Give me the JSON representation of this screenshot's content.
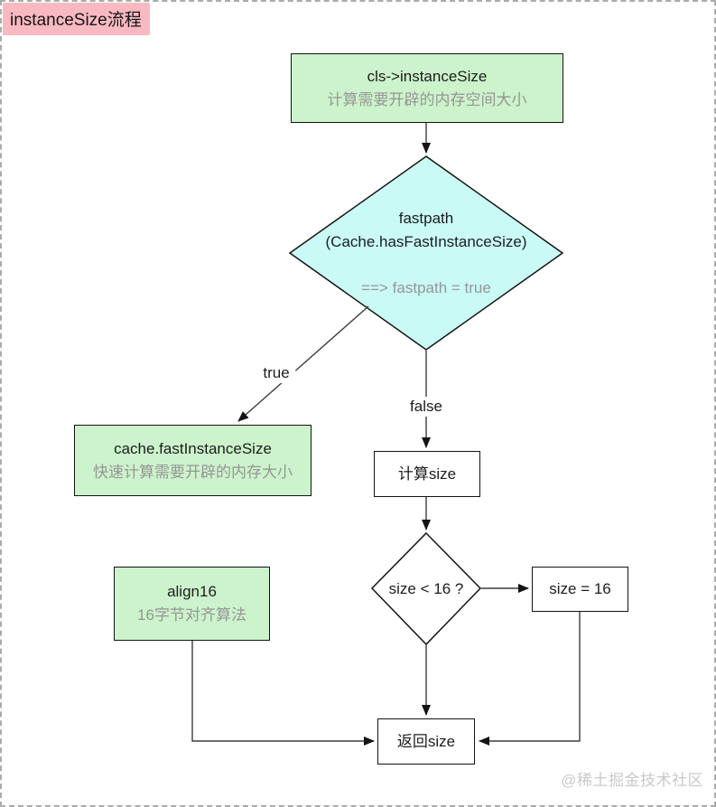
{
  "title_badge": "instanceSize流程",
  "watermark": "@稀土掘金技术社区",
  "colors": {
    "node_green": "#ccf3cb",
    "node_cyan": "#c9faf5",
    "node_white": "#ffffff",
    "badge_pink": "#f9b9c1",
    "secondary_text": "#969696",
    "edge_line": "#3d3d3d"
  },
  "nodes": {
    "instance_size": {
      "title": "cls->instanceSize",
      "subtitle": "计算需要开辟的内存空间大小"
    },
    "fastpath": {
      "title": "fastpath",
      "condition": "(Cache.hasFastInstanceSize)",
      "note": "==> fastpath = true"
    },
    "cache_fast": {
      "title": "cache.fastInstanceSize",
      "subtitle": "快速计算需要开辟的内存大小"
    },
    "align16": {
      "title": "align16",
      "subtitle": "16字节对齐算法"
    },
    "compute_size": {
      "title": "计算size"
    },
    "size_check": {
      "title": "size < 16 ?"
    },
    "size_16": {
      "title": "size = 16"
    },
    "return_size": {
      "title": "返回size"
    }
  },
  "edge_labels": {
    "true_branch": "true",
    "false_branch": "false"
  }
}
